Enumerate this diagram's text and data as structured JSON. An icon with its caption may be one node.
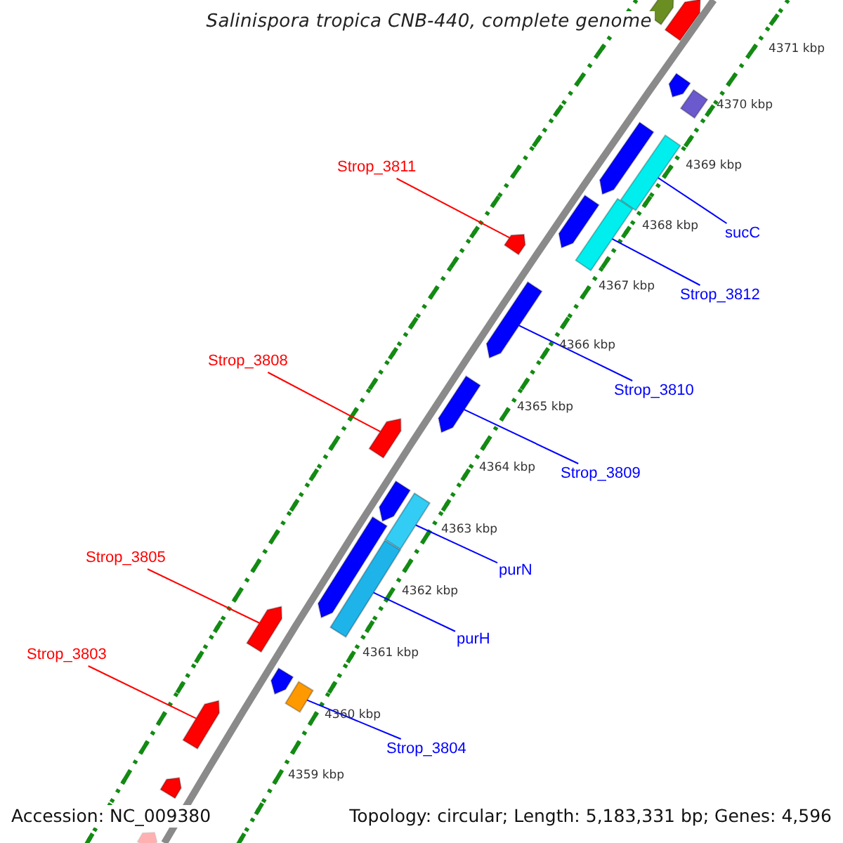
{
  "diagram": {
    "title": "Salinispora tropica CNB-440, complete genome",
    "nodes": [
      {
        "text": [
          "Strop_3811"
        ]
      },
      {
        "text": [
          "sucC"
        ]
      },
      {
        "text": [
          "Strop_3812"
        ]
      },
      {
        "text": [
          "Strop_3808"
        ]
      },
      {
        "text": [
          "Strop_3810"
        ]
      },
      {
        "text": [
          "Strop_3809"
        ]
      },
      {
        "text": [
          "purN"
        ]
      },
      {
        "text": [
          "Strop_3805"
        ]
      },
      {
        "text": [
          "purH"
        ]
      },
      {
        "text": [
          "Strop_3803"
        ]
      },
      {
        "text": [
          "Strop_3804"
        ]
      },
      {
        "text": [],
        "shape": "pentagon"
      },
      {
        "text": [],
        "shape": "pentagon"
      },
      {
        "text": [],
        "shape": "pentagon"
      },
      {
        "text": [],
        "shape": "box"
      },
      {
        "text": [],
        "shape": "pentagon"
      },
      {
        "text": [],
        "shape": "box"
      },
      {
        "text": [],
        "shape": "box"
      },
      {
        "text": [],
        "shape": "pentagon"
      },
      {
        "text": [],
        "shape": "pentagon"
      },
      {
        "text": [],
        "shape": "pentagon"
      },
      {
        "text": [],
        "shape": "pentagon"
      },
      {
        "text": [],
        "shape": "pentagon"
      },
      {
        "text": [],
        "shape": "pentagon"
      },
      {
        "text": [],
        "shape": "pentagon"
      },
      {
        "text": [],
        "shape": "box"
      },
      {
        "text": [],
        "shape": "box"
      },
      {
        "text": [],
        "shape": "pentagon"
      },
      {
        "text": [],
        "shape": "pentagon"
      },
      {
        "text": [],
        "shape": "box"
      },
      {
        "text": [],
        "shape": "pentagon"
      },
      {
        "text": [],
        "shape": "pentagon"
      },
      {
        "text": [],
        "shape": "pentagon"
      }
    ],
    "edges": [
      {
        "from": 0,
        "to": 19,
        "arrow": "none",
        "color": "#ff0000"
      },
      {
        "from": 1,
        "to": 16,
        "arrow": "none"
      },
      {
        "from": 2,
        "to": 17,
        "arrow": "none"
      },
      {
        "from": 3,
        "to": 22,
        "arrow": "none",
        "color": "#ff0000"
      },
      {
        "from": 4,
        "to": 20,
        "arrow": "none"
      },
      {
        "from": 5,
        "to": 21,
        "arrow": "none"
      },
      {
        "from": 6,
        "to": 25,
        "arrow": "none"
      },
      {
        "from": 7,
        "to": 27,
        "arrow": "none",
        "color": "#ff0000"
      },
      {
        "from": 8,
        "to": 26,
        "arrow": "none"
      },
      {
        "from": 9,
        "to": 30,
        "arrow": "none",
        "color": "#ff0000"
      },
      {
        "from": 10,
        "to": 29,
        "arrow": "none"
      }
    ],
    "labels": [
      "4371 kbp",
      "4370 kbp",
      "4369 kbp",
      "4368 kbp",
      "4367 kbp",
      "4366 kbp",
      "4365 kbp",
      "4364 kbp",
      "4363 kbp",
      "4362 kbp",
      "4361 kbp",
      "4360 kbp",
      "4359 kbp",
      "Accession: NC_009380",
      "Topology: circular; Length: 5,183,331 bp; Genes: 4,596"
    ]
  }
}
